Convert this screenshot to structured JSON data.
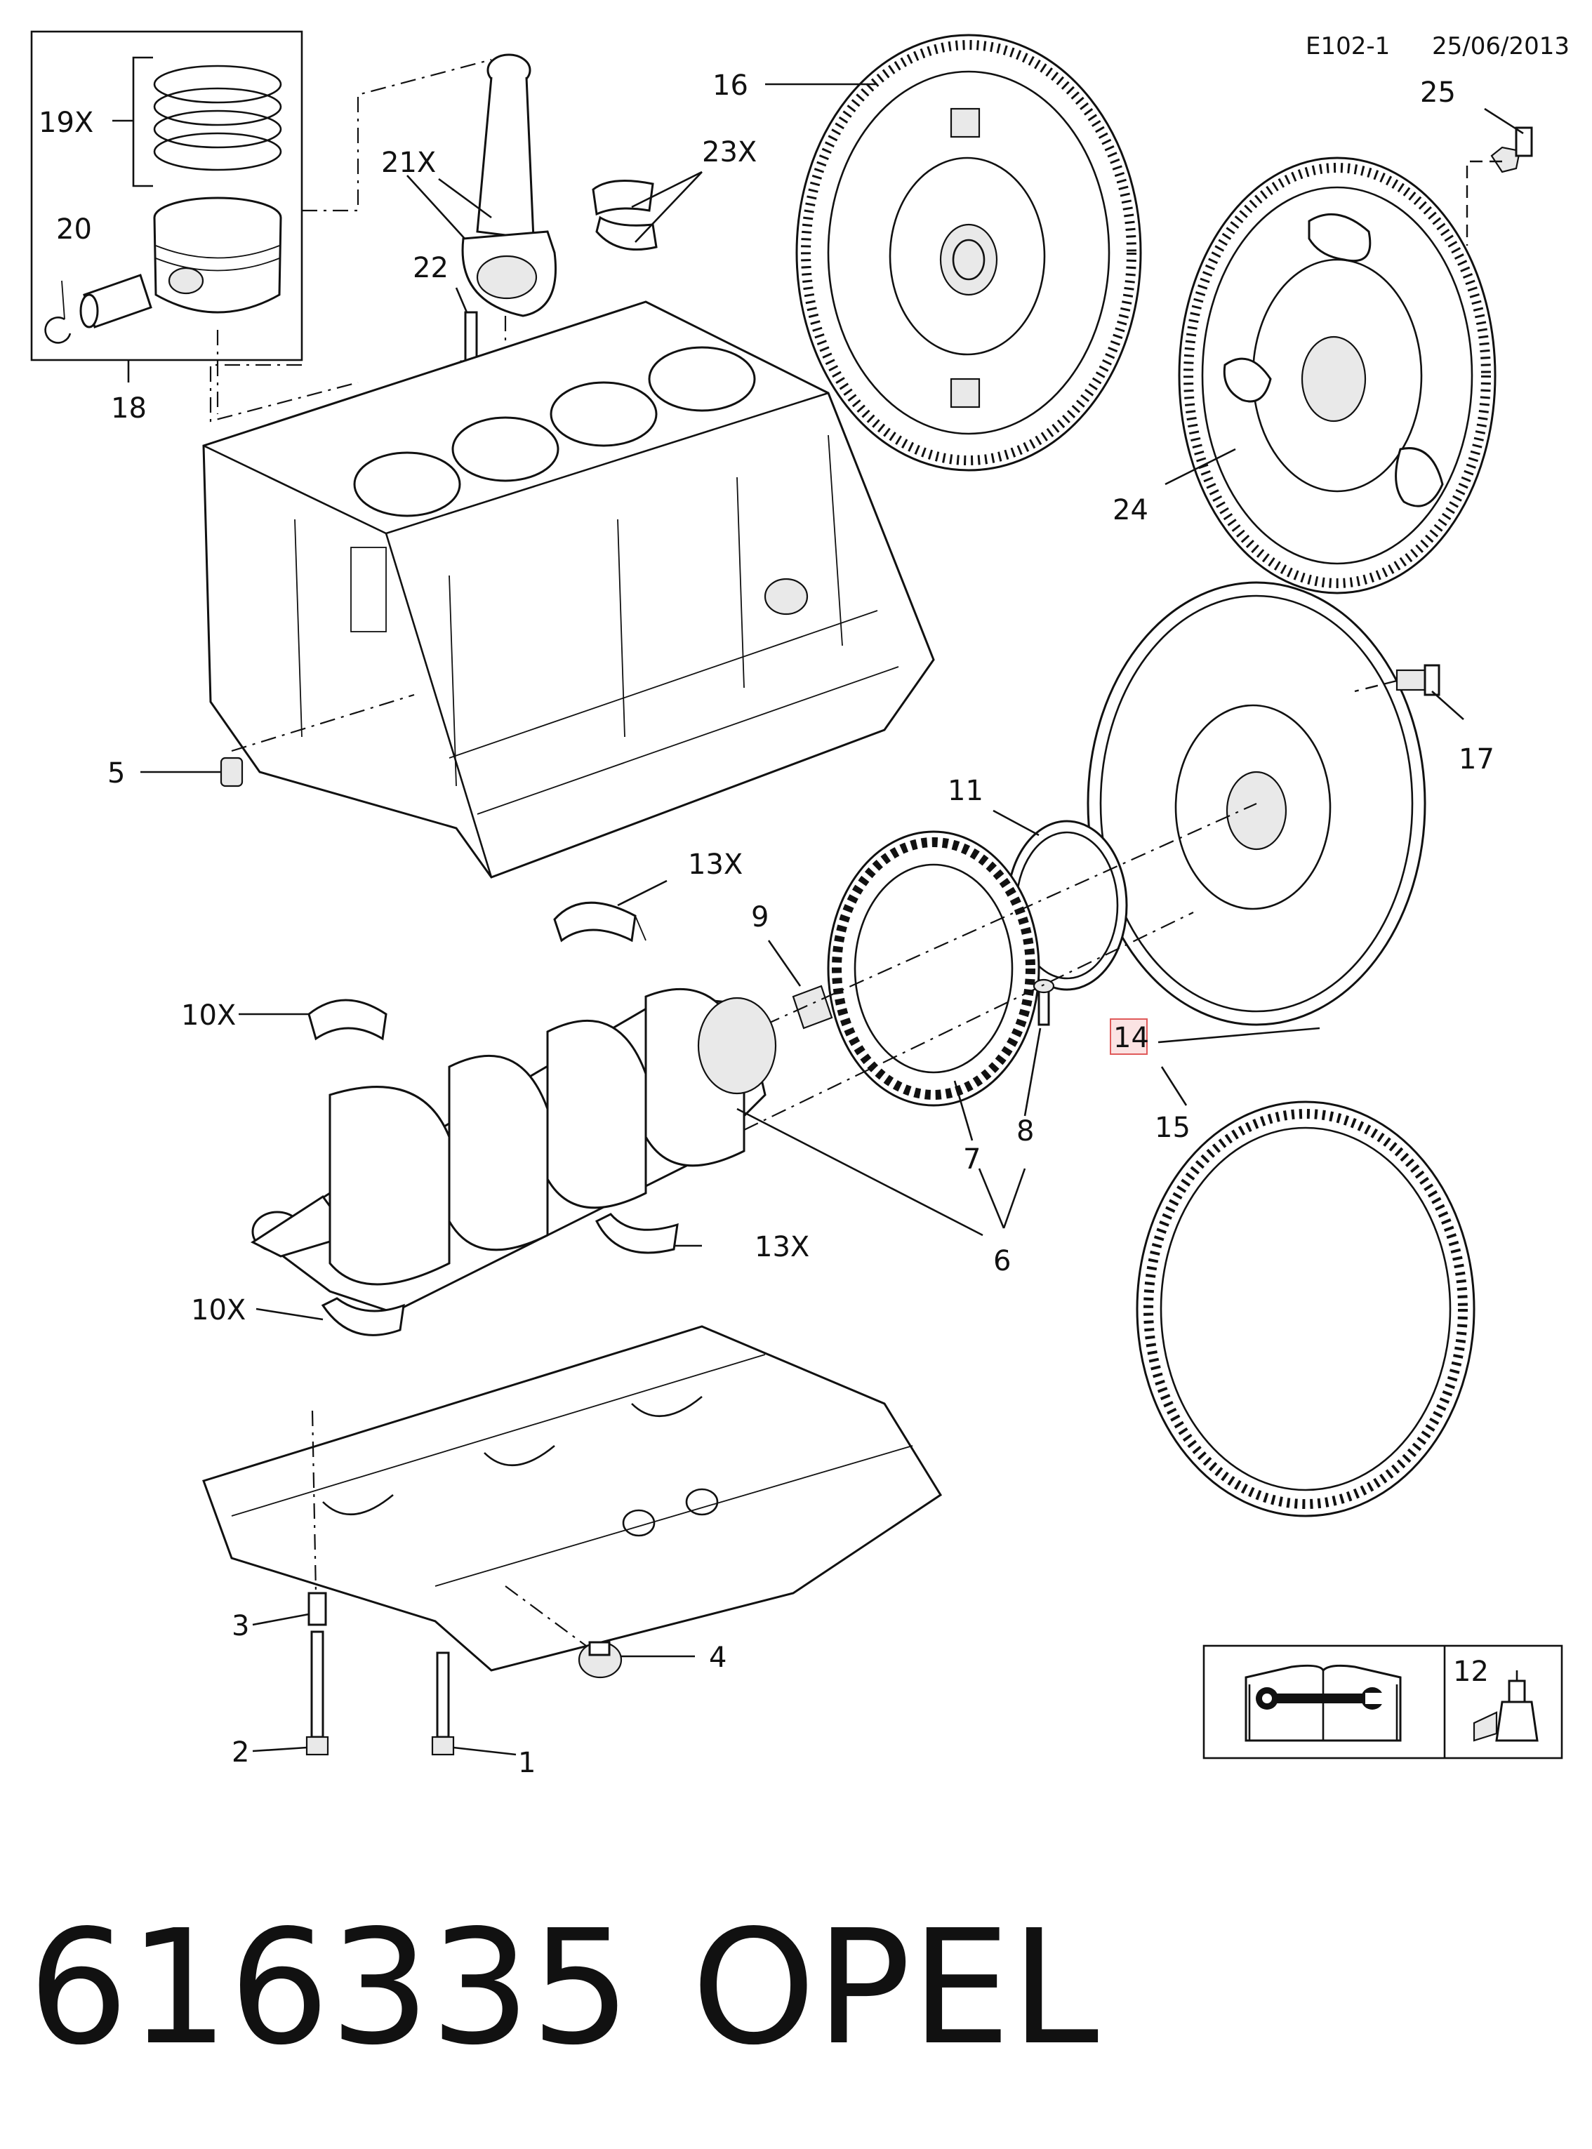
{
  "header": {
    "code": "E102-1",
    "date": "25/06/2013"
  },
  "footer": {
    "part_number": "616335",
    "brand": "OPEL"
  },
  "legend": {
    "info_number": "12"
  },
  "colors": {
    "line": "#111111",
    "highlight_border": "#e05a5a",
    "highlight_fill": "#fbe3e3"
  },
  "icons": [
    "manual-wrench-icon",
    "lubricant-bottle-icon"
  ],
  "callouts": {
    "c1": "1",
    "c2": "2",
    "c3": "3",
    "c4": "4",
    "c5": "5",
    "c6": "6",
    "c7": "7",
    "c8": "8",
    "c9": "9",
    "c10a": "10X",
    "c10b": "10X",
    "c11": "11",
    "c13a": "13X",
    "c13b": "13X",
    "c14": "14",
    "c15": "15",
    "c16": "16",
    "c17": "17",
    "c18": "18",
    "c19": "19X",
    "c20": "20",
    "c21": "21X",
    "c22": "22",
    "c23": "23X",
    "c24": "24",
    "c25": "25"
  }
}
